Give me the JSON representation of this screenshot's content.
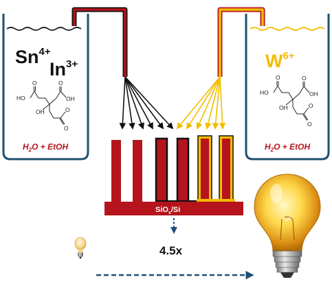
{
  "left_beaker": {
    "ion1": {
      "base": "Sn",
      "charge": "4+"
    },
    "ion2": {
      "base": "In",
      "charge": "3+"
    },
    "solvent": {
      "h": "H",
      "sub": "2",
      "rest": "O + EtOH"
    },
    "chem": {
      "ho": "HO",
      "oh_right": "OH",
      "oh_bottom": "OH",
      "o1": "O",
      "o2": "O",
      "o3": "O",
      "o4": "O"
    }
  },
  "right_beaker": {
    "ion": {
      "base": "W",
      "charge": "6+"
    },
    "solvent": {
      "h": "H",
      "sub": "2",
      "rest": "O + EtOH"
    },
    "chem": {
      "ho": "HO",
      "oh_right": "OH",
      "oh_bottom": "OH",
      "o1": "O",
      "o2": "O",
      "o3": "O",
      "o4": "O"
    }
  },
  "substrate": {
    "base": "SiO",
    "sub": "x",
    "rest": "/Si"
  },
  "enhancement_factor": "4.5x",
  "colors": {
    "accent_red": "#b5141c",
    "accent_yellow": "#f2bd00",
    "beaker_stroke": "#1f4e6e",
    "dark": "#111111",
    "arrow_blue": "#1f4e79"
  },
  "icons": [
    "small-light-bulb-icon",
    "large-light-bulb-icon"
  ]
}
